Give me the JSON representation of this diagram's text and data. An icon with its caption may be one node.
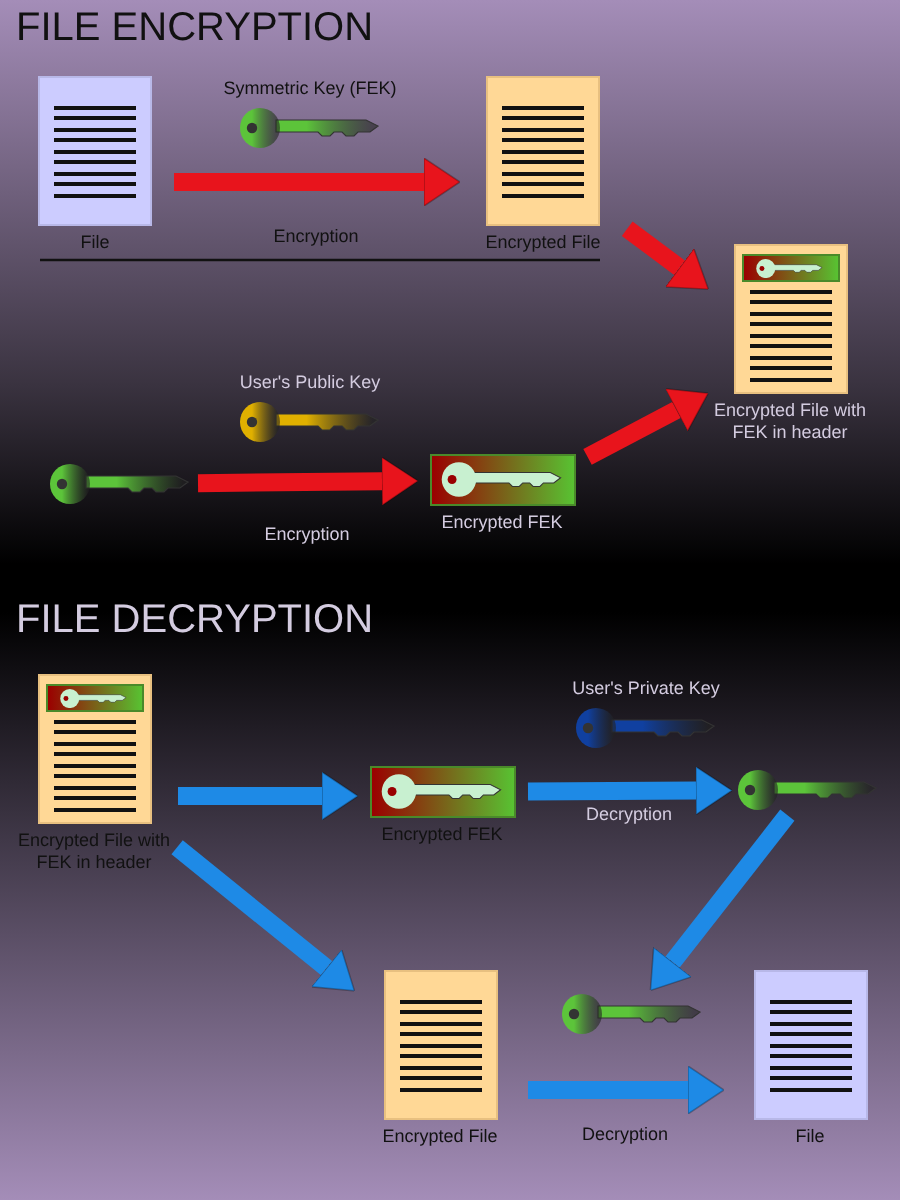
{
  "diagram": {
    "title": "FILE ENCRYPTION",
    "nodes": [
      {
        "text": [
          "File"
        ]
      },
      {
        "text": [
          "Symmetric Key (FEK)"
        ]
      },
      {
        "text": [
          "Encrypted File"
        ]
      },
      {
        "text": [
          "Encrypted File with FEK in header"
        ]
      },
      {
        "text": [],
        "shape": "key"
      },
      {
        "text": [
          "User's Public Key"
        ]
      },
      {
        "text": [
          "Encrypted FEK"
        ]
      },
      {
        "text": [
          "Encrypted File with FEK in header"
        ]
      },
      {
        "text": [
          "Encrypted FEK"
        ]
      },
      {
        "text": [
          "User's Private Key"
        ]
      },
      {
        "text": [],
        "shape": "key"
      },
      {
        "text": [
          "Encrypted File"
        ]
      },
      {
        "text": [],
        "shape": "key"
      },
      {
        "text": [
          "File"
        ]
      }
    ],
    "edges": [
      {
        "from": 0,
        "to": 2,
        "arrow": "to",
        "label": "Encryption",
        "color": "#e8141c"
      },
      {
        "from": 2,
        "to": 3,
        "arrow": "to",
        "color": "#e8141c"
      },
      {
        "from": 4,
        "to": 6,
        "arrow": "to",
        "label": "Encryption",
        "color": "#e8141c"
      },
      {
        "from": 6,
        "to": 3,
        "arrow": "to",
        "color": "#e8141c"
      },
      {
        "from": 7,
        "to": 8,
        "arrow": "to"
      },
      {
        "from": 8,
        "to": 10,
        "arrow": "to",
        "label": "Decryption"
      },
      {
        "from": 10,
        "to": 12,
        "arrow": "to"
      },
      {
        "from": 7,
        "to": 11,
        "arrow": "to"
      },
      {
        "from": 11,
        "to": 13,
        "arrow": "to",
        "label": "Decryption"
      }
    ],
    "labels": [
      "FILE DECRYPTION"
    ]
  }
}
